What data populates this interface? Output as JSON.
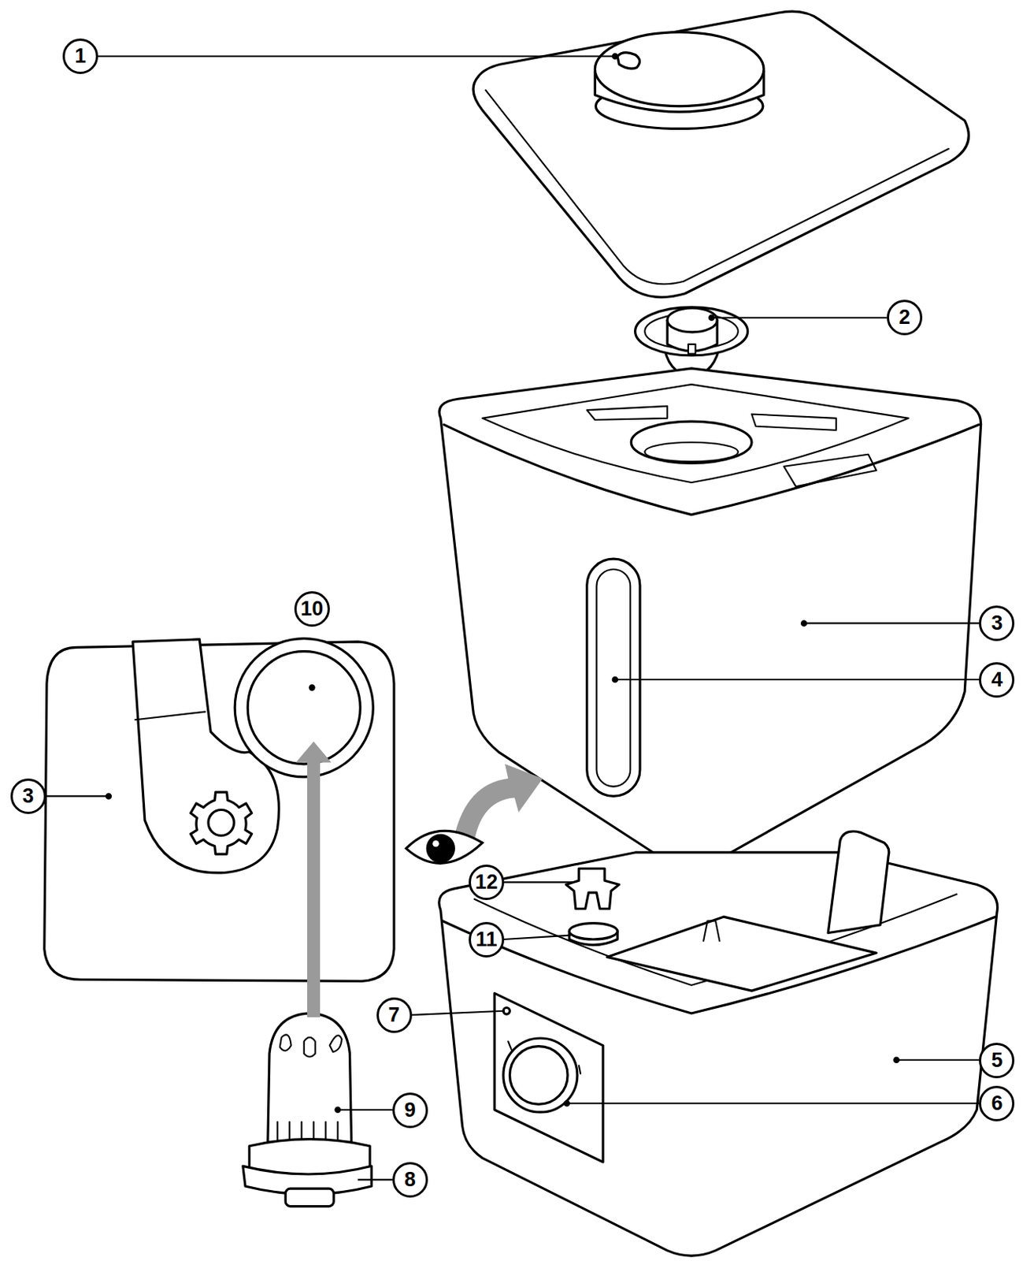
{
  "diagram": {
    "nodes": [
      {
        "text": [
          "1"
        ]
      },
      {
        "text": [
          "2"
        ]
      },
      {
        "text": [
          "10"
        ]
      },
      {
        "text": [
          "3"
        ]
      },
      {
        "text": [
          "4"
        ]
      },
      {
        "text": [
          "3"
        ]
      },
      {
        "text": [
          "12"
        ]
      },
      {
        "text": [
          "11"
        ]
      },
      {
        "text": [
          "7"
        ]
      },
      {
        "text": [
          "5"
        ]
      },
      {
        "text": [
          "6"
        ]
      },
      {
        "text": [
          "9"
        ]
      },
      {
        "text": [
          "8"
        ]
      }
    ]
  }
}
